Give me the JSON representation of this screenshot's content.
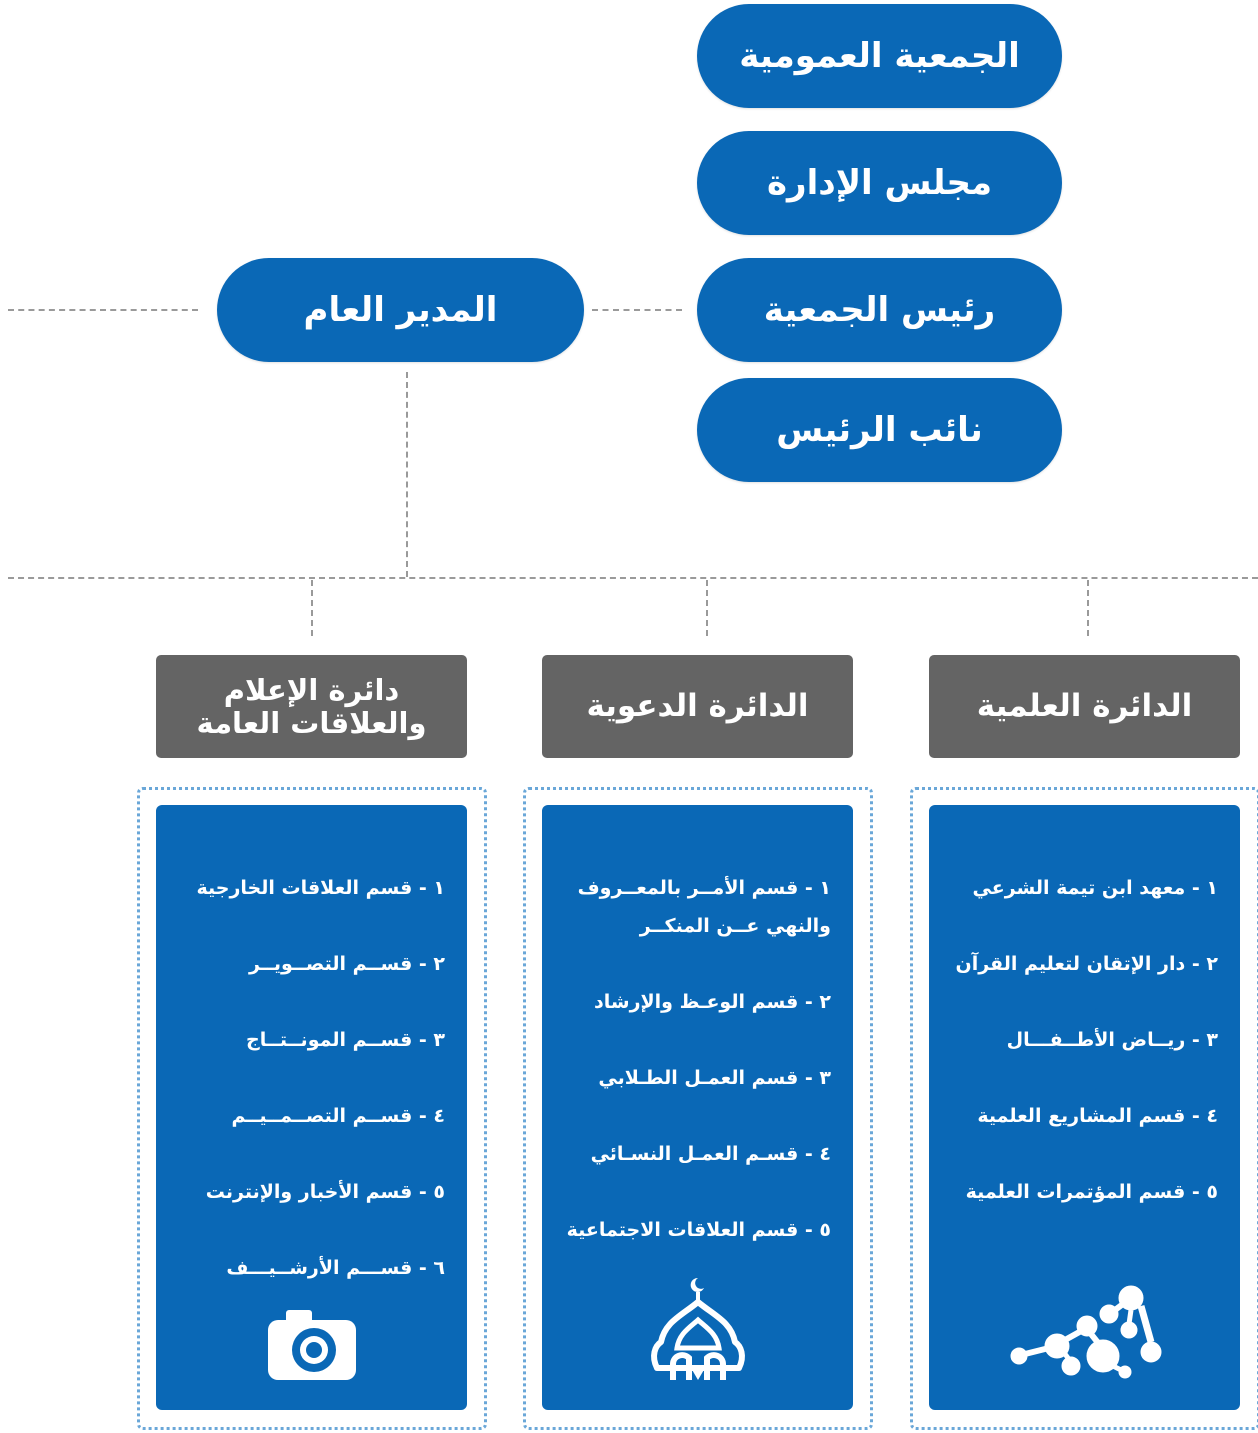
{
  "colors": {
    "primary_blue": "#0a68b6",
    "header_gray": "#646464",
    "dotted_border": "#6aa7d8",
    "connector_gray": "#9a9a9a"
  },
  "top_bodies": [
    {
      "label": "الجمعية العمومية"
    },
    {
      "label": "مجلس الإدارة"
    },
    {
      "label": "رئيس الجمعية"
    },
    {
      "label": "نائب الرئيس"
    }
  ],
  "general_manager": {
    "label": "المدير العام"
  },
  "departments": [
    {
      "title_lines": [
        "دائرة الإعلام",
        "والعلاقات العامة"
      ],
      "icon": "camera-icon",
      "items": [
        "١ - قسم العلاقات الخارجية",
        "٢ - قســم التصــويــر",
        "٣ - قســم المونــتــاج",
        "٤ - قســم التصــمــيــم",
        "٥ - قسم الأخبار والإنترنت",
        "٦ - قســـم الأرشــيـــف"
      ]
    },
    {
      "title_lines": [
        "الدائرة الدعوية"
      ],
      "icon": "mosque-dome-icon",
      "items": [
        "١ - قسم الأمــر بالمعــروف والنهي عــن المنكــر",
        "٢ - قسم الوعـظ والإرشاد",
        "٣ - قسم العمـل الطـلابي",
        "٤ - قسـم العمـل النسـائي",
        "٥ - قسم العلاقات الاجتماعية"
      ]
    },
    {
      "title_lines": [
        "الدائرة العلمية"
      ],
      "icon": "molecule-network-icon",
      "items": [
        "١ - معهد ابن تيمة الشرعي",
        "٢ - دار الإتقان لتعليم القرآن",
        "٣ - ريــاض الأطــفـــال",
        "٤ - قسم المشاريع العلمية",
        "٥ - قسم المؤتمرات العلمية"
      ]
    }
  ]
}
